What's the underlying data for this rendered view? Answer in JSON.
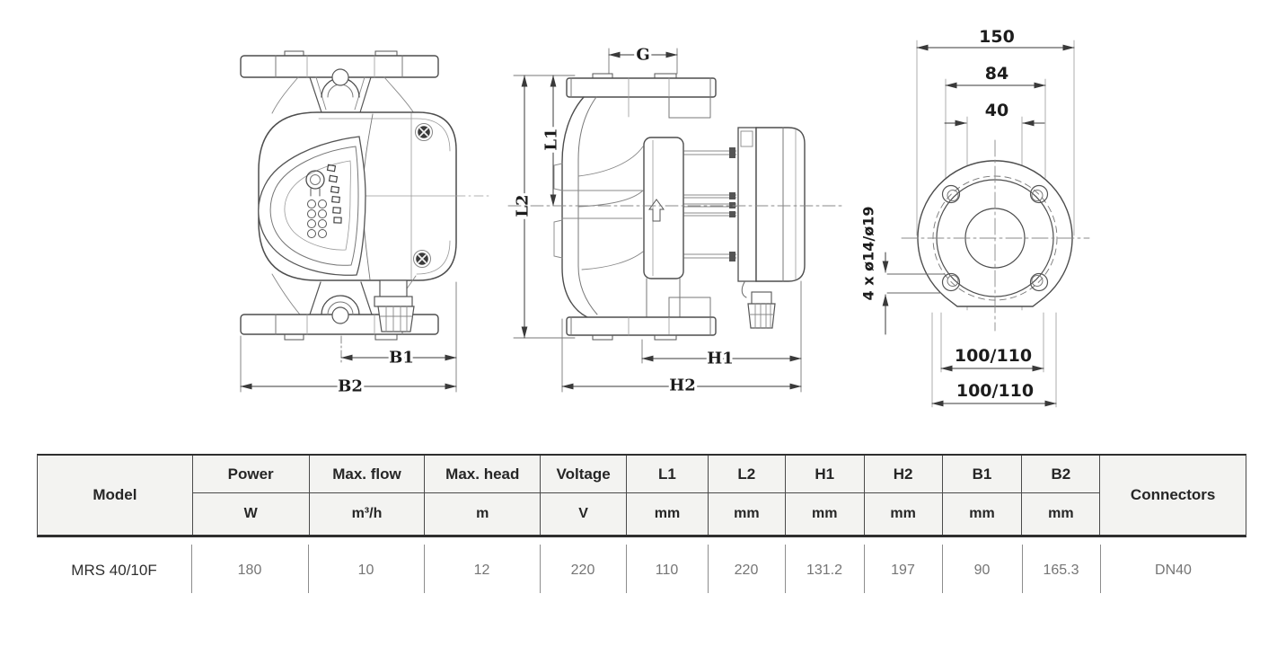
{
  "colors": {
    "line_main": "#4d4d4d",
    "line_dim": "#3a3a3a",
    "table_header_bg": "#f3f3f1",
    "table_border": "#2f2f2f",
    "value_text": "#757575"
  },
  "dims": {
    "front": {
      "b1": "B1",
      "b2": "B2"
    },
    "side": {
      "g": "G",
      "l1": "L1",
      "l2": "L2",
      "h1": "H1",
      "h2": "H2"
    },
    "end": {
      "outer": "150",
      "mid": "84",
      "inner": "40",
      "holes": "4 x ø14/ø19",
      "pitch_a": "100/110",
      "pitch_b": "100/110"
    }
  },
  "table": {
    "header": {
      "model": "Model",
      "connectors": "Connectors",
      "cols": [
        {
          "label": "Power",
          "unit": "W"
        },
        {
          "label": "Max. flow",
          "unit": "m³/h"
        },
        {
          "label": "Max. head",
          "unit": "m"
        },
        {
          "label": "Voltage",
          "unit": "V"
        },
        {
          "label": "L1",
          "unit": "mm"
        },
        {
          "label": "L2",
          "unit": "mm"
        },
        {
          "label": "H1",
          "unit": "mm"
        },
        {
          "label": "H2",
          "unit": "mm"
        },
        {
          "label": "B1",
          "unit": "mm"
        },
        {
          "label": "B2",
          "unit": "mm"
        }
      ]
    },
    "row": {
      "model": "MRS 40/10F",
      "values": [
        "180",
        "10",
        "12",
        "220",
        "110",
        "220",
        "131.2",
        "197",
        "90",
        "165.3"
      ],
      "connectors": "DN40"
    }
  }
}
